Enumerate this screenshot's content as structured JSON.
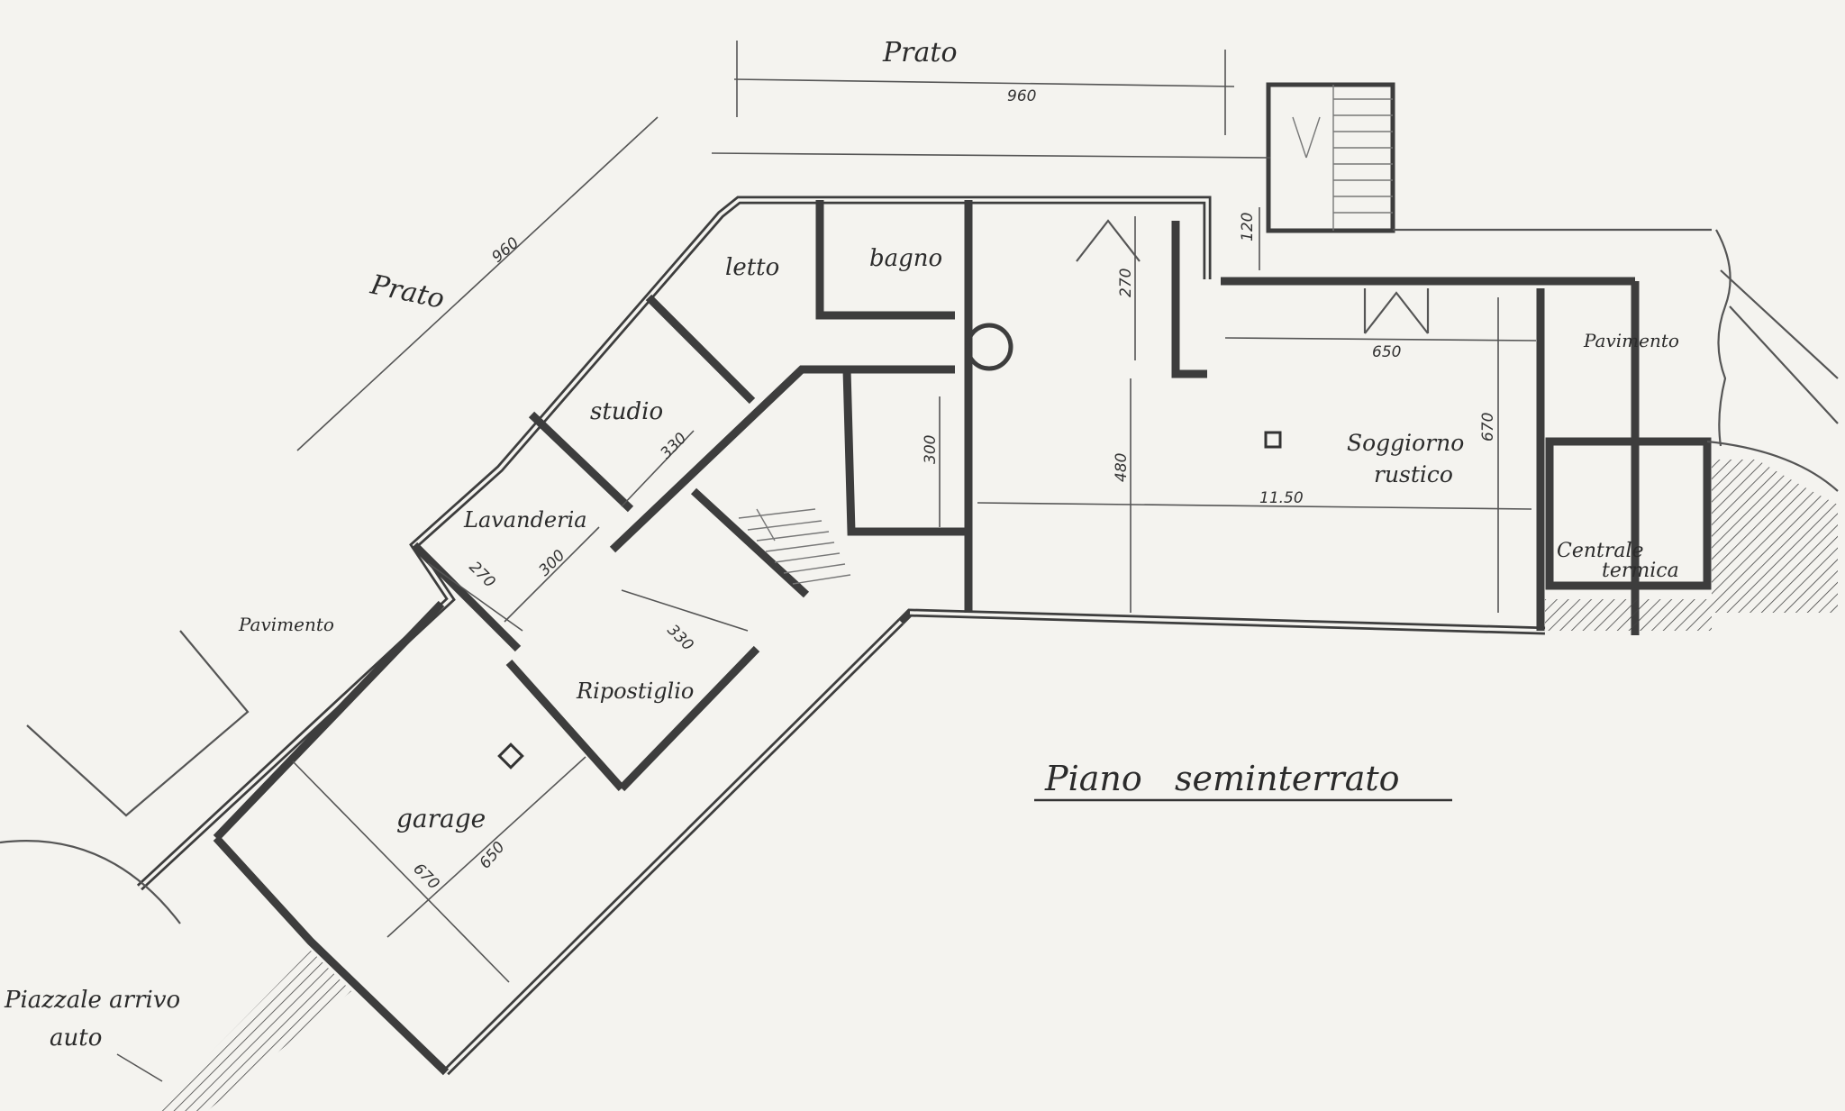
{
  "plan": {
    "title": "Piano   seminterrato",
    "rooms": {
      "letto": "letto",
      "bagno": "bagno",
      "studio": "studio",
      "lavanderia": "Lavanderia",
      "ripostiglio": "Ripostiglio",
      "garage": "garage",
      "soggiorno_1": "Soggiorno",
      "soggiorno_2": "rustico",
      "centrale_1": "Centrale",
      "centrale_2": "termica"
    },
    "outdoor": {
      "prato_top": "Prato",
      "prato_left": "Prato",
      "pavimento_left": "Pavimento",
      "pavimento_right": "Pavimento",
      "piazzale_1": "Piazzale arrivo",
      "piazzale_2": "auto"
    },
    "dimensions": {
      "d960_top": "960",
      "d960_left": "960",
      "d120": "120",
      "d270_stair": "270",
      "d650": "650",
      "d670_right": "670",
      "d480": "480",
      "d1150": "11.50",
      "d300": "300",
      "d330_studio": "330",
      "d270_lav": "270",
      "d300_lav": "300",
      "d330_rip": "330",
      "d670_garage": "670",
      "d650_garage": "650"
    }
  }
}
